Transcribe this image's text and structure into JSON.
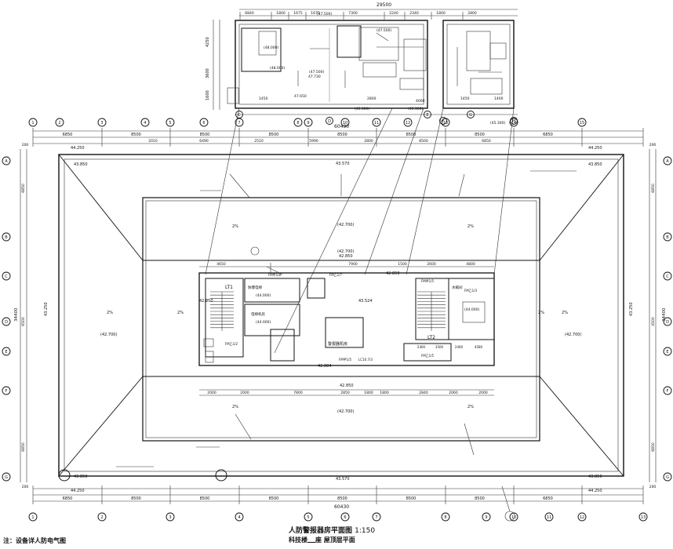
{
  "drawing": {
    "main_title": "人防警报器房平面图",
    "scale": "1:150",
    "sub_title_prefix": "科技楼",
    "sub_title_suffix": "座 屋顶层平面",
    "note": "注：设备详人防电气图"
  },
  "top_plan": {
    "total_width": "29500",
    "top_dims": [
      "6840",
      "1800",
      "1675",
      "1675",
      "7300",
      "2240",
      "2340",
      "1800",
      "2800"
    ],
    "side_dims": [
      "4250",
      "3600",
      "1600"
    ],
    "levels": [
      "(47.500)",
      "(47.500)",
      "(45.300)",
      "(45.300)",
      "(45.300)",
      "47.650",
      "(48.000)",
      "47.730",
      "(48.000)",
      "(47.500)"
    ],
    "bottom_dims": [
      "1450",
      "2800",
      "4000",
      "1450",
      "1400"
    ],
    "gridlines": [
      "C",
      "D",
      "E",
      "F",
      "G",
      "H"
    ]
  },
  "roof": {
    "overall_width": "60430",
    "overall_width_bottom": "60430",
    "bay_dims": [
      "6850",
      "8500",
      "8500",
      "8500",
      "8500",
      "8500",
      "8500",
      "6850"
    ],
    "inner_dims": [
      "2010",
      "6490",
      "2510",
      "5990",
      "2800",
      "8500",
      "6850"
    ],
    "core_dims": [
      "4650",
      "7900",
      "1500",
      "2600",
      "4800"
    ],
    "lower_dims": [
      "2000",
      "2000",
      "7800",
      "2850",
      "1800",
      "1800",
      "2840",
      "2060",
      "2000"
    ],
    "core_bottom_dims": [
      "2400",
      "3500",
      "2400",
      "4580"
    ],
    "left_dims": [
      "6850",
      "6500",
      "6850"
    ],
    "right_dims": [
      "6850",
      "4500",
      "6850"
    ],
    "total_depth": "34400",
    "edge_offsets": [
      "200",
      "200",
      "200",
      "200"
    ],
    "levels": {
      "corner_tl": "44.250",
      "corner_tl2": "43.850",
      "corner_tr": "44.250",
      "corner_tr2": "43.850",
      "corner_bl": "43.850",
      "corner_bl2": "44.250",
      "corner_br": "43.850",
      "corner_br2": "44.250",
      "ridge_top": "43.570",
      "ridge_bottom": "43.570",
      "left_mid": "43.250",
      "right_mid": "43.250",
      "inner_left": "(42.700)",
      "inner_right": "(42.700)",
      "inner_top": "(42.700)",
      "inner_top2": "(42.700)",
      "inner_bottom": "(42.700)",
      "core_top": "42.850",
      "core_mid": "43.524",
      "core_left": "42.850",
      "core_bot": "42.884",
      "core_bot2": "42.850",
      "core_right": "42.850",
      "room_a": "(44.000)",
      "room_b": "(44.000)",
      "room_c": "(44.000)"
    },
    "slopes": [
      "2%",
      "2%",
      "2%",
      "2%",
      "2%",
      "2%",
      "2%",
      "2%"
    ],
    "stairs": [
      "LT1",
      "LT2"
    ],
    "doors": [
      "FM乙1/2",
      "FM甲1/8",
      "FM乙1/7",
      "FM甲1/5",
      "FM乙1/3",
      "FM甲1/5",
      "LC10.7/3",
      "FM乙1/5"
    ],
    "rooms": [
      "警报器机房",
      "防爆电梯",
      "水箱间",
      "电梯机房"
    ],
    "grid_top": [
      "1",
      "2",
      "3",
      "4",
      "5",
      "6",
      "7",
      "8",
      "9",
      "10",
      "11",
      "12",
      "13",
      "14",
      "15"
    ],
    "grid_bottom": [
      "1",
      "2",
      "3",
      "4",
      "5",
      "6",
      "7",
      "8",
      "9",
      "10",
      "11",
      "12",
      "13"
    ],
    "grid_side": [
      "A",
      "B",
      "C",
      "D",
      "E",
      "F",
      "G"
    ]
  }
}
